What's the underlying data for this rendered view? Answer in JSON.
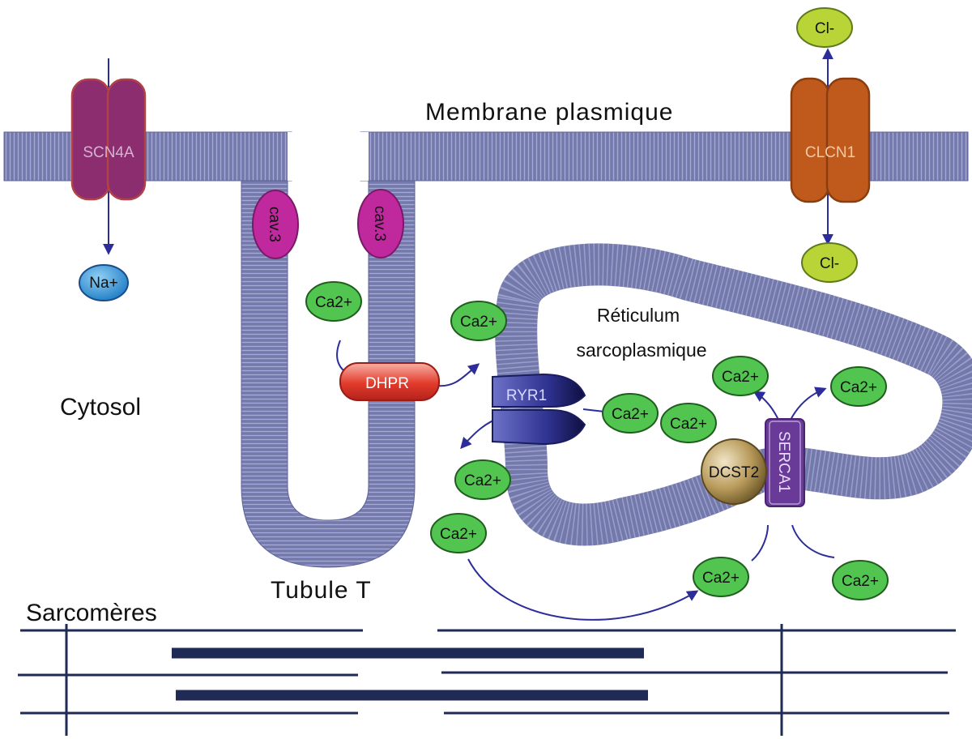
{
  "labels": {
    "membrane": "Membrane plasmique",
    "cytosol": "Cytosol",
    "tubule": "Tubule T",
    "reticulum_line1": "Réticulum",
    "reticulum_line2": "sarcoplasmique",
    "sarcomeres": "Sarcomères"
  },
  "proteins": {
    "scn4a": "SCN4A",
    "clcn1": "CLCN1",
    "cav3_left": "cav.3",
    "cav3_right": "cav.3",
    "dhpr": "DHPR",
    "ryr1": "RYR1",
    "dcst2": "DCST2",
    "serca1": "SERCA1"
  },
  "ions": {
    "na": "Na+",
    "cl_top": "Cl-",
    "cl_bottom": "Cl-",
    "ca": [
      "Ca2+",
      "Ca2+",
      "Ca2+",
      "Ca2+",
      "Ca2+",
      "Ca2+",
      "Ca2+",
      "Ca2+",
      "Ca2+",
      "Ca2+"
    ]
  },
  "colors": {
    "membrane": "#6f74a8",
    "membrane_stripe": "#9a9fcc",
    "scn4a": "#8b2d6e",
    "clcn1": "#c05a1c",
    "cav3": "#c0289e",
    "dhpr": "#e03a2a",
    "ryr1": "#2c2e80",
    "dcst2": "#9a7c3a",
    "serca1": "#6a3a98",
    "calcium": "#52c450",
    "sodium": "#2e8fd8",
    "chloride": "#b8d436",
    "arrow": "#2c2c9a",
    "sarcomere": "#1f2a55"
  }
}
